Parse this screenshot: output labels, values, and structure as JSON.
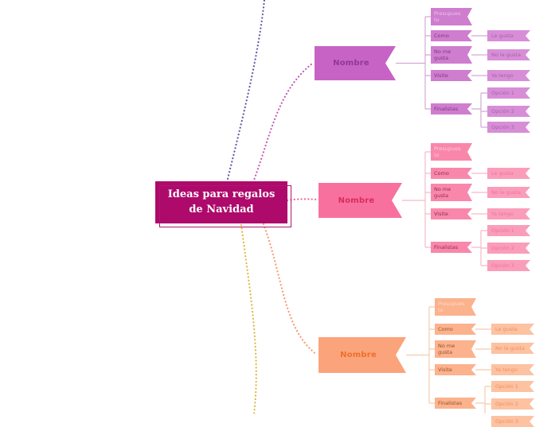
{
  "canvas": {
    "background": "#ffffff"
  },
  "root": {
    "label": "Ideas para regalos de Navidad",
    "fill": "#ad0a6c",
    "text_color": "#ffffff"
  },
  "branches": [
    {
      "position": "top",
      "name": "Nombre",
      "colors": {
        "node": "#c863c6",
        "child": "#cf7dcf",
        "leaf": "#d78ed7",
        "connector": "#d4a9d4",
        "dotted_link": "#c45cb8"
      },
      "children": [
        {
          "label": "Presupuesto"
        },
        {
          "label": "Como",
          "child": "Le gusta"
        },
        {
          "label": "No me gusta",
          "child": "No le gusta"
        },
        {
          "label": "Visite",
          "child": "Ya tengo"
        },
        {
          "label": "Finalistas",
          "options": [
            "Opción 1",
            "Opción 2",
            "Opción 3"
          ]
        }
      ]
    },
    {
      "position": "middle",
      "name": "Nombre",
      "colors": {
        "node": "#f8709e",
        "child": "#f987ac",
        "leaf": "#fa9dbb",
        "connector": "#f5bac9",
        "dotted_link": "#f0669b"
      },
      "children": [
        {
          "label": "Presupuesto"
        },
        {
          "label": "Como",
          "child": "Le gusta"
        },
        {
          "label": "No me gusta",
          "child": "No le gusta"
        },
        {
          "label": "Visite",
          "child": "Ya tengo"
        },
        {
          "label": "Finalistas",
          "options": [
            "Opción 1",
            "Opción 2",
            "Opción 3"
          ]
        }
      ]
    },
    {
      "position": "bottom",
      "name": "Nombre",
      "colors": {
        "node": "#fba47b",
        "child": "#fbb28d",
        "leaf": "#fcc2a2",
        "connector": "#f8cbaa",
        "dotted_link": "#f79a6c"
      },
      "children": [
        {
          "label": "Presupuesto"
        },
        {
          "label": "Como",
          "child": "Le gusta"
        },
        {
          "label": "No me gusta",
          "child": "No le gusta"
        },
        {
          "label": "Visite",
          "child": "Ya tengo"
        },
        {
          "label": "Finalistas",
          "options": [
            "Opción 1",
            "Opción 2",
            "Opción 3"
          ]
        }
      ]
    }
  ],
  "offscreen_links": [
    {
      "position": "top",
      "color": "#5d59a5"
    },
    {
      "position": "bottom",
      "color": "#e0b53f"
    }
  ]
}
